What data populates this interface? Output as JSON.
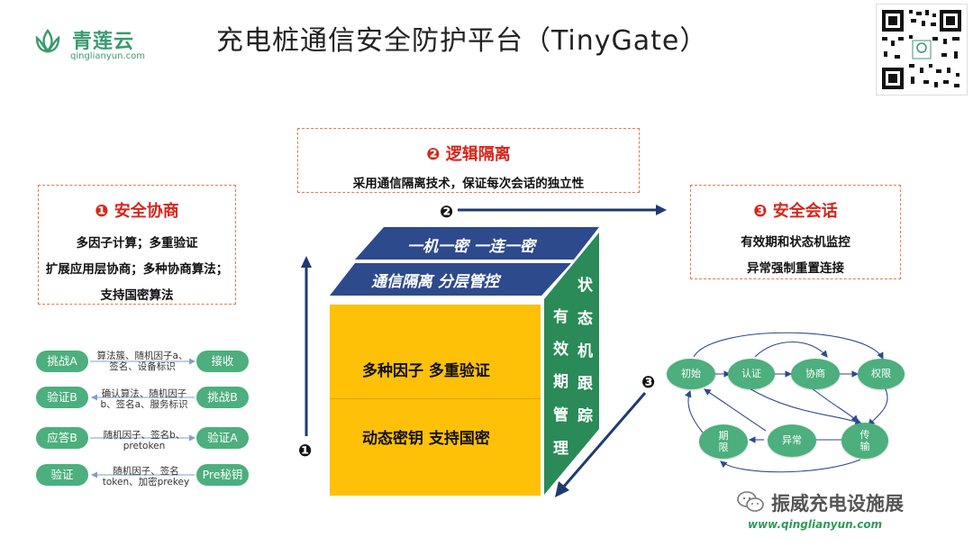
{
  "header": {
    "logo_text": "青莲云",
    "logo_sub": "qinglianyun.com",
    "title": "充电桩通信安全防护平台（TinyGate）"
  },
  "box1": {
    "heading": "❶ 安全协商",
    "lines": [
      "多因子计算；多重验证",
      "扩展应用层协商；多种协商算法；",
      "支持国密算法"
    ]
  },
  "box2": {
    "heading": "❷ 逻辑隔离",
    "line": "采用通信隔离技术，保证每次会话的独立性"
  },
  "box3": {
    "heading": "❸ 安全会话",
    "lines": [
      "有效期和状态机监控",
      "异常强制重置连接"
    ]
  },
  "markers": {
    "m1": "❶",
    "m2": "❷",
    "m3": "❸"
  },
  "flow": {
    "rows": [
      {
        "left": "挑战A",
        "right": "接收",
        "text": "算法簇、随机因子a、签名、设备标识"
      },
      {
        "left": "验证B",
        "right": "挑战B",
        "text": "确认算法、随机因子b、签名a、服务标识"
      },
      {
        "left": "应答B",
        "right": "验证A",
        "text": "随机因子、签名b、pretoken"
      },
      {
        "left": "验证",
        "right": "Pre秘钥",
        "text": "随机因子、签名token、加密prekey"
      }
    ]
  },
  "cube": {
    "roof_top": "一机一密  一连一密",
    "roof_bottom": "通信隔离  分层管控",
    "front_top": "多种因子    多重验证",
    "front_bottom": "动态密钥    支持国密",
    "side_col1": [
      "有",
      "效",
      "期",
      "管",
      "理"
    ],
    "side_col2": [
      "状",
      "态",
      "机",
      "跟",
      "踪"
    ]
  },
  "states": {
    "init": "初始",
    "auth": "认证",
    "negotiate": "协商",
    "perm": "权限",
    "expire": "期限",
    "abnormal": "异常",
    "transmit": "传输"
  },
  "footer": {
    "brand": "振威充电设施展",
    "url": "www.qinglianyun.com"
  }
}
